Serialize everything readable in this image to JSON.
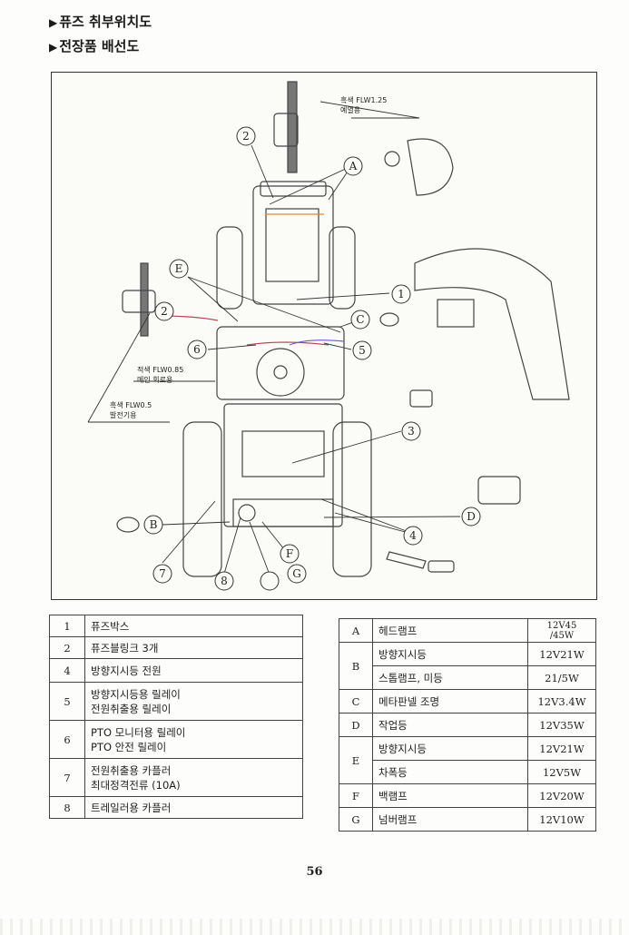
{
  "headings": {
    "fuse_location": "퓨즈 취부위치도",
    "wiring_diagram": "전장품 배선도"
  },
  "diagram": {
    "callouts": {
      "black_125": "흑색 FLW1.25",
      "black_125_sub": "예열용",
      "red_085": "적색 FLW0.85",
      "red_085_sub": "메인 회로용",
      "black_05": "흑색 FLW0.5",
      "black_05_sub": "발전기용"
    },
    "labels": {
      "n1": "1",
      "n2a": "2",
      "n2b": "2",
      "n3": "3",
      "n4": "4",
      "n5": "5",
      "n6": "6",
      "n7": "7",
      "n8": "8",
      "A": "A",
      "B": "B",
      "C": "C",
      "D": "D",
      "E": "E",
      "F": "F",
      "G": "G"
    }
  },
  "left_table": [
    {
      "num": "1",
      "lines": [
        "퓨즈박스"
      ]
    },
    {
      "num": "2",
      "lines": [
        "퓨즈블링크 3개"
      ]
    },
    {
      "num": "4",
      "lines": [
        "방향지시등 전원"
      ]
    },
    {
      "num": "5",
      "lines": [
        "방향지시등용 릴레이",
        "전원취출용 릴레이"
      ]
    },
    {
      "num": "6",
      "lines": [
        "PTO 모니터용 릴레이",
        "PTO 안전 릴레이"
      ]
    },
    {
      "num": "7",
      "lines": [
        "전원취출용 카플러",
        "최대정격전류 (10A)"
      ]
    },
    {
      "num": "8",
      "lines": [
        "트레일러용 카플러"
      ]
    }
  ],
  "right_table": {
    "A": {
      "name": "헤드램프",
      "spec_1": "12V45",
      "spec_2": "/45W"
    },
    "B": {
      "name_1": "방향지시등",
      "spec_1": "12V21W",
      "name_2": "스톱램프, 미등",
      "spec_2": "21/5W"
    },
    "C": {
      "name": "메타판넬 조명",
      "spec": "12V3.4W"
    },
    "D": {
      "name": "작업등",
      "spec": "12V35W"
    },
    "E": {
      "name_1": "방향지시등",
      "spec_1": "12V21W",
      "name_2": "차폭등",
      "spec_2": "12V5W"
    },
    "F": {
      "name": "백램프",
      "spec": "12V20W"
    },
    "G": {
      "name": "넘버램프",
      "spec": "12V10W"
    }
  },
  "page_number": "56"
}
